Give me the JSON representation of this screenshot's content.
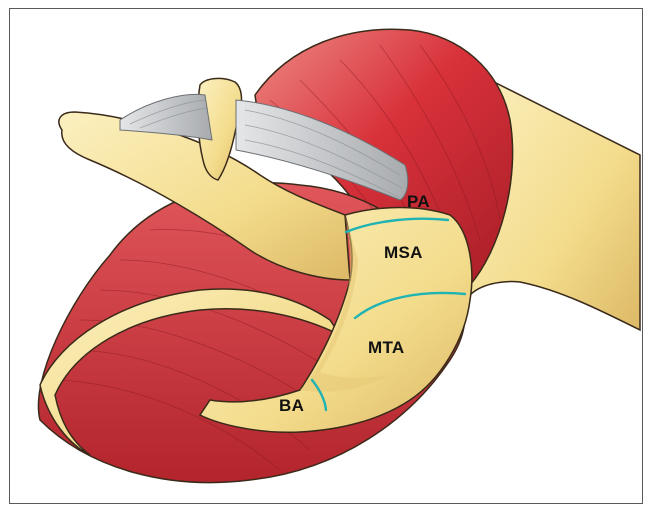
{
  "figure": {
    "labels": {
      "pa": "PA",
      "msa": "MSA",
      "mta": "MTA",
      "ba": "BA"
    },
    "colors": {
      "muscle": "#d8313a",
      "muscle_dark": "#a81e27",
      "muscle_light": "#ee8a85",
      "bone": "#f6e39b",
      "bone_shadow": "#d9b65e",
      "ligament": "#c9cccf",
      "zone_line": "#1fb3b3",
      "outline": "#3a2a1a"
    }
  }
}
